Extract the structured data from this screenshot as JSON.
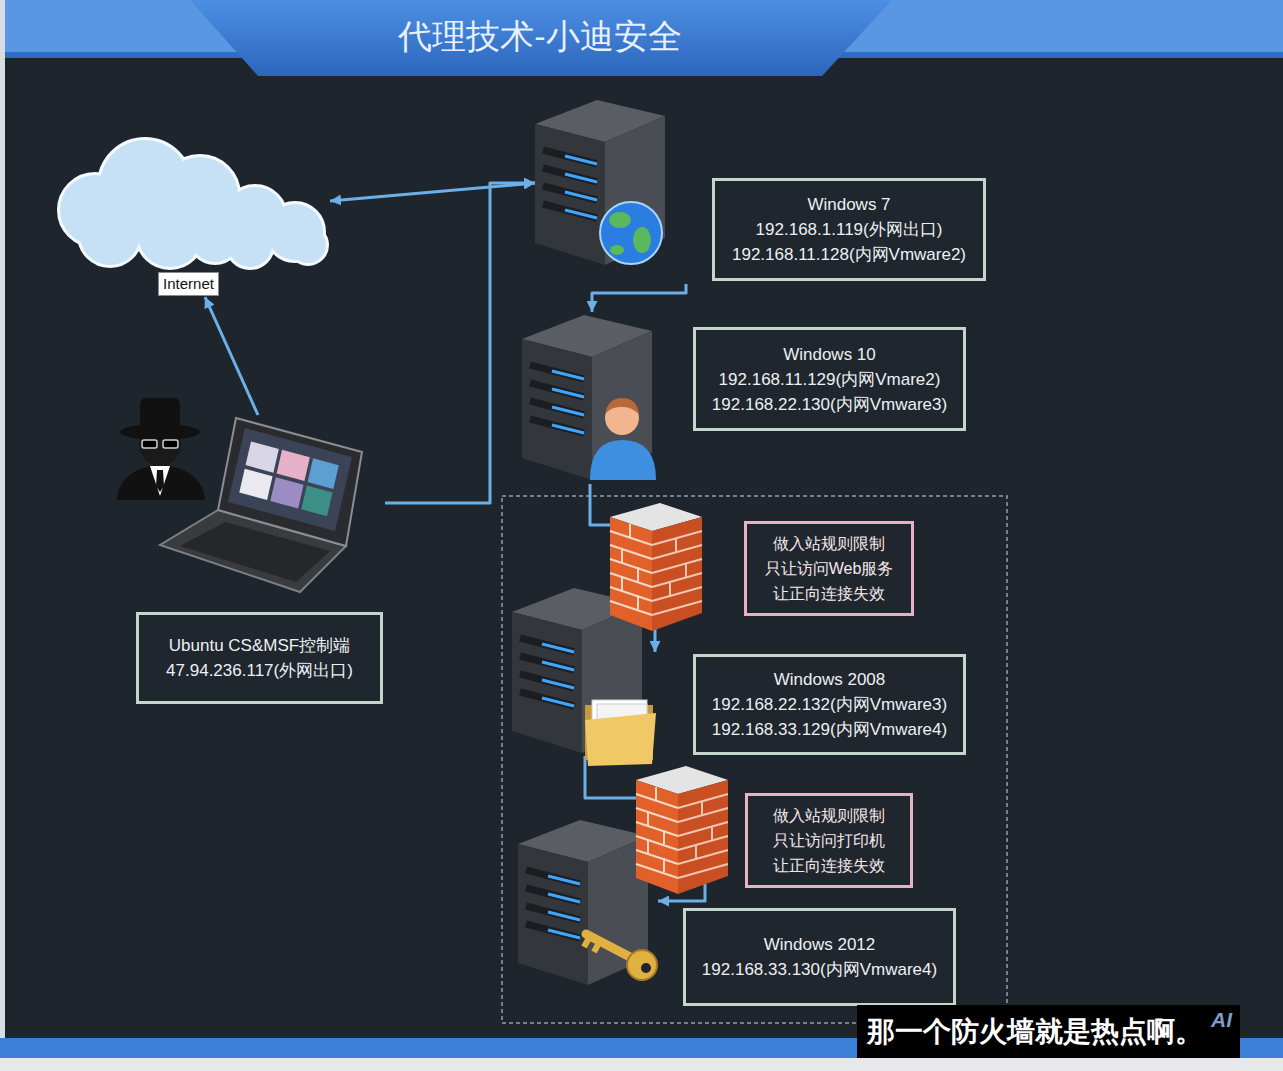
{
  "diagram": {
    "title": "代理技术-小迪安全",
    "nodes": [
      {
        "text": [
          "Internet"
        ]
      },
      {
        "text": [
          "Windows 7",
          "192.168.1.119(外网出口)",
          "192.168.11.128(内网Vmware2)"
        ]
      },
      {
        "text": [
          "Windows 10",
          "192.168.11.129(内网Vmare2)",
          "192.168.22.130(内网Vmware3)"
        ]
      },
      {
        "text": [
          "做入站规则限制",
          "只让访问Web服务",
          "让正向连接失效"
        ]
      },
      {
        "text": [
          "Ubuntu CS&MSF控制端",
          "47.94.236.117(外网出口)"
        ]
      },
      {
        "text": [
          "Windows 2008",
          "192.168.22.132(内网Vmware3)",
          "192.168.33.129(内网Vmware4)"
        ]
      },
      {
        "text": [
          "做入站规则限制",
          "只让访问打印机",
          "让正向连接失效"
        ]
      },
      {
        "text": [
          "Windows 2012",
          "192.168.33.130(内网Vmware4)"
        ]
      }
    ],
    "edges": [
      {
        "from": 4,
        "to": 0,
        "arrow": "to"
      },
      {
        "from": 0,
        "to": 1,
        "arrow": "both"
      },
      {
        "from": 4,
        "to": 1,
        "arrow": "to"
      },
      {
        "from": 1,
        "to": 2,
        "arrow": "to"
      },
      {
        "from": 2,
        "to": 5,
        "arrow": "to"
      },
      {
        "from": 5,
        "to": 7,
        "arrow": "to"
      }
    ],
    "labels": [
      "那一个防火墙就是热点啊。",
      "AI"
    ]
  }
}
